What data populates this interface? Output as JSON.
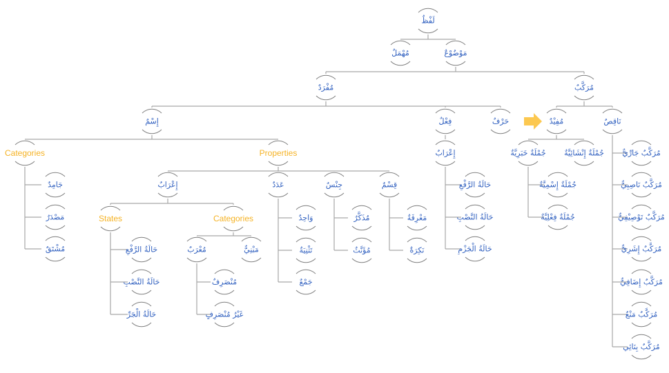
{
  "diagram": {
    "title": "Arabic word classification tree",
    "colors": {
      "arabic_text": "#2f5fbf",
      "english_text": "#f5b223",
      "lines": "#a6a6a6",
      "arrow": "#fcc850"
    },
    "nodes": [
      {
        "id": "lafz",
        "label": "لَفْظٌ",
        "parent": null
      },
      {
        "id": "mawdu",
        "label": "مَوْضُوْعٌ",
        "parent": "lafz"
      },
      {
        "id": "muhmal",
        "label": "مُهْمَلٌ",
        "parent": "lafz"
      },
      {
        "id": "mufrad",
        "label": "مُفْرَدٌ",
        "parent": "mawdu"
      },
      {
        "id": "murakkab",
        "label": "مُرَكَّبٌ",
        "parent": "mawdu"
      },
      {
        "id": "ism",
        "label": "إِسْمٌ",
        "parent": "mufrad"
      },
      {
        "id": "fil",
        "label": "فِعْلٌ",
        "parent": "mufrad"
      },
      {
        "id": "harf",
        "label": "حَرْفٌ",
        "parent": "mufrad"
      },
      {
        "id": "mufid",
        "label": "مُفِيْدٌ",
        "parent": "murakkab"
      },
      {
        "id": "naqis",
        "label": "نَاقِصٌ",
        "parent": "murakkab"
      },
      {
        "id": "ism_cat",
        "label": "Categories",
        "parent": "ism",
        "lang": "en"
      },
      {
        "id": "ism_prop",
        "label": "Properties",
        "parent": "ism",
        "lang": "en"
      },
      {
        "id": "jamid",
        "label": "جَامِدٌ",
        "parent": "ism_cat"
      },
      {
        "id": "masdar",
        "label": "مَصْدَرٌ",
        "parent": "ism_cat"
      },
      {
        "id": "mushtaq",
        "label": "مُشْتَقٌ",
        "parent": "ism_cat"
      },
      {
        "id": "irab",
        "label": "إِعْرَابٌ",
        "parent": "ism_prop"
      },
      {
        "id": "adad",
        "label": "عَدَدٌ",
        "parent": "ism_prop"
      },
      {
        "id": "jins",
        "label": "جِنْسٌ",
        "parent": "ism_prop"
      },
      {
        "id": "qism",
        "label": "قِسْمٌ",
        "parent": "ism_prop"
      },
      {
        "id": "states",
        "label": "States",
        "parent": "irab",
        "lang": "en"
      },
      {
        "id": "irab_cat",
        "label": "Categories",
        "parent": "irab",
        "lang": "en"
      },
      {
        "id": "raf",
        "label": "حَالَةُ الرَّفْعِ",
        "parent": "states"
      },
      {
        "id": "nasb",
        "label": "حَالَةُ النَّصْبِ",
        "parent": "states"
      },
      {
        "id": "jarr",
        "label": "حَالَةُ الْجَرِّ",
        "parent": "states"
      },
      {
        "id": "murab",
        "label": "مُعْرَبٌ",
        "parent": "irab_cat"
      },
      {
        "id": "mabni",
        "label": "مَبْنِيٌّ",
        "parent": "irab_cat"
      },
      {
        "id": "munsarif",
        "label": "مُنْصَرِفٌ",
        "parent": "murab"
      },
      {
        "id": "ghayr_munsarif",
        "label": "غَيْرُ مُنْصَرِفٍ",
        "parent": "murab"
      },
      {
        "id": "wahid",
        "label": "وَاحِدٌ",
        "parent": "adad"
      },
      {
        "id": "tathniya",
        "label": "تَثْنِيَةٌ",
        "parent": "adad"
      },
      {
        "id": "jam",
        "label": "جَمْعٌ",
        "parent": "adad"
      },
      {
        "id": "mudhakkar",
        "label": "مُذَكَّرٌ",
        "parent": "jins"
      },
      {
        "id": "muannath",
        "label": "مُؤَنَّثٌ",
        "parent": "jins"
      },
      {
        "id": "marifa",
        "label": "مَعْرِفَةٌ",
        "parent": "qism"
      },
      {
        "id": "nakira",
        "label": "نَكِرَةٌ",
        "parent": "qism"
      },
      {
        "id": "fil_irab",
        "label": "إِعْرَابٌ",
        "parent": "fil"
      },
      {
        "id": "fil_raf",
        "label": "حَالَةُ الرَّفْعِ",
        "parent": "fil_irab"
      },
      {
        "id": "fil_nasb",
        "label": "حَالَةُ النَّصْبِ",
        "parent": "fil_irab"
      },
      {
        "id": "fil_jazm",
        "label": "حَالَةُ الْجَزْمِ",
        "parent": "fil_irab"
      },
      {
        "id": "khabariyya",
        "label": "جُمْلَةٌ خَبَرِيَّةٌ",
        "parent": "mufid"
      },
      {
        "id": "inshaiyya",
        "label": "جُمْلَةٌ إِنْشَائِيَّةٌ",
        "parent": "mufid"
      },
      {
        "id": "ismiyya",
        "label": "جُمْلَةٌ إِسْمِيَّةٌ",
        "parent": "khabariyya"
      },
      {
        "id": "filiyya",
        "label": "جُمْلَةٌ فِعْلِيَّةٌ",
        "parent": "khabariyya"
      },
      {
        "id": "jari",
        "label": "مُرَكَّبٌ جَارِّيٌّ",
        "parent": "naqis"
      },
      {
        "id": "nasibi",
        "label": "مُرَكَّبٌ نَاصِبِيٌّ",
        "parent": "naqis"
      },
      {
        "id": "tawsifi",
        "label": "مُرَكَّبٌ تَوْصِيْفِيٌّ",
        "parent": "naqis"
      },
      {
        "id": "ishari",
        "label": "مُرَكَّبٌ إِشَرِيٌّ",
        "parent": "naqis"
      },
      {
        "id": "idafi",
        "label": "مُرَكَّبٌ إِضَافِيٌّ",
        "parent": "naqis"
      },
      {
        "id": "mani",
        "label": "مُرَكَّبٌ مَنْعٌ",
        "parent": "naqis"
      },
      {
        "id": "binai",
        "label": "مُرَكَّبٌ بِنَائِي",
        "parent": "naqis"
      }
    ],
    "highlight_arrow_target": "mufid"
  }
}
